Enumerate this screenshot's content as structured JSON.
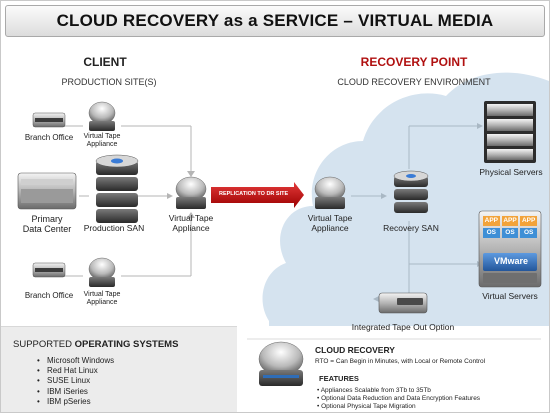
{
  "title": "CLOUD RECOVERY as a SERVICE – VIRTUAL MEDIA",
  "client": {
    "heading": "CLIENT",
    "subheading": "PRODUCTION SITE(S)",
    "branch_office_top": "Branch Office",
    "vta_top": [
      "Virtual Tape",
      "Appliance"
    ],
    "primary_dc": [
      "Primary",
      "Data Center"
    ],
    "production_san": "Production SAN",
    "vta_mid": [
      "Virtual Tape",
      "Appliance"
    ],
    "branch_office_bottom": "Branch Office",
    "vta_bottom": [
      "Virtual Tape",
      "Appliance"
    ]
  },
  "replication_label": "REPLICATION TO DR SITE",
  "recovery": {
    "heading": "RECOVERY POINT",
    "subheading": "CLOUD RECOVERY ENVIRONMENT",
    "vta": [
      "Virtual Tape",
      "Appliance"
    ],
    "recovery_san": "Recovery SAN",
    "physical_servers": "Physical Servers",
    "virtual_servers": "Virtual Servers",
    "tape_out": "Integrated Tape Out Option",
    "app_labels": [
      "APP",
      "APP",
      "APP"
    ],
    "os_labels": [
      "OS",
      "OS",
      "OS"
    ],
    "vmware_label": "VMware"
  },
  "os_section": {
    "title_prefix": "SUPPORTED ",
    "title_bold": "OPERATING SYSTEMS",
    "items": [
      "Microsoft Windows",
      "Red Hat Linux",
      "SUSE Linux",
      "IBM iSeries",
      "IBM pSeries"
    ]
  },
  "cloud_recovery": {
    "title": "CLOUD RECOVERY",
    "rto": "RTO = Can Begin in Minutes, with Local or Remote Control",
    "features_title": "FEATURES",
    "features": [
      "• Appliances Scalable from 3Tb to 35Tb",
      "• Optional Data Reduction and Data Encryption Features",
      "• Optional Physical Tape Migration"
    ]
  },
  "colors": {
    "recovery_red": "#b01010",
    "cloud_blue": "#d5e3ef",
    "arrow_red": "#c00000",
    "app_orange": "#f2a33a",
    "os_blue": "#3e8fd6",
    "vmware_blue": "#2f6db7"
  }
}
